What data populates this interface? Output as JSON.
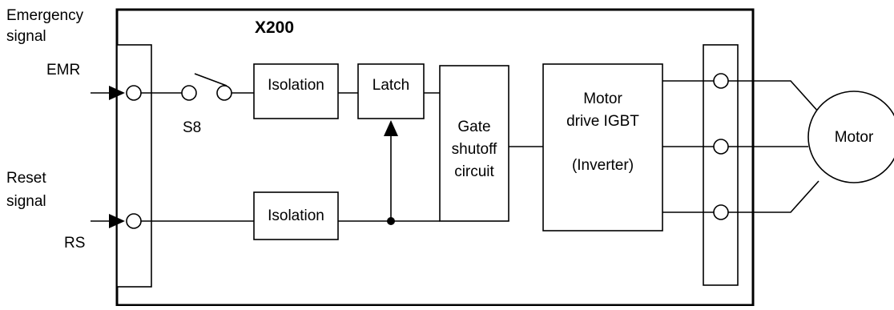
{
  "device": {
    "name": "X200"
  },
  "inputs": {
    "emergency": {
      "caption_line1": "Emergency",
      "caption_line2": "signal",
      "terminal": "EMR"
    },
    "reset": {
      "caption_line1": "Reset",
      "caption_line2": "signal",
      "terminal": "RS"
    }
  },
  "switch": {
    "label": "S8"
  },
  "blocks": {
    "isolation_top": "Isolation",
    "latch": "Latch",
    "isolation_bottom": "Isolation",
    "gate_shutoff": [
      "Gate",
      "shutoff",
      "circuit"
    ],
    "motor_drive": [
      "Motor",
      "drive IGBT",
      "(Inverter)"
    ]
  },
  "motor": {
    "label": "Motor"
  }
}
